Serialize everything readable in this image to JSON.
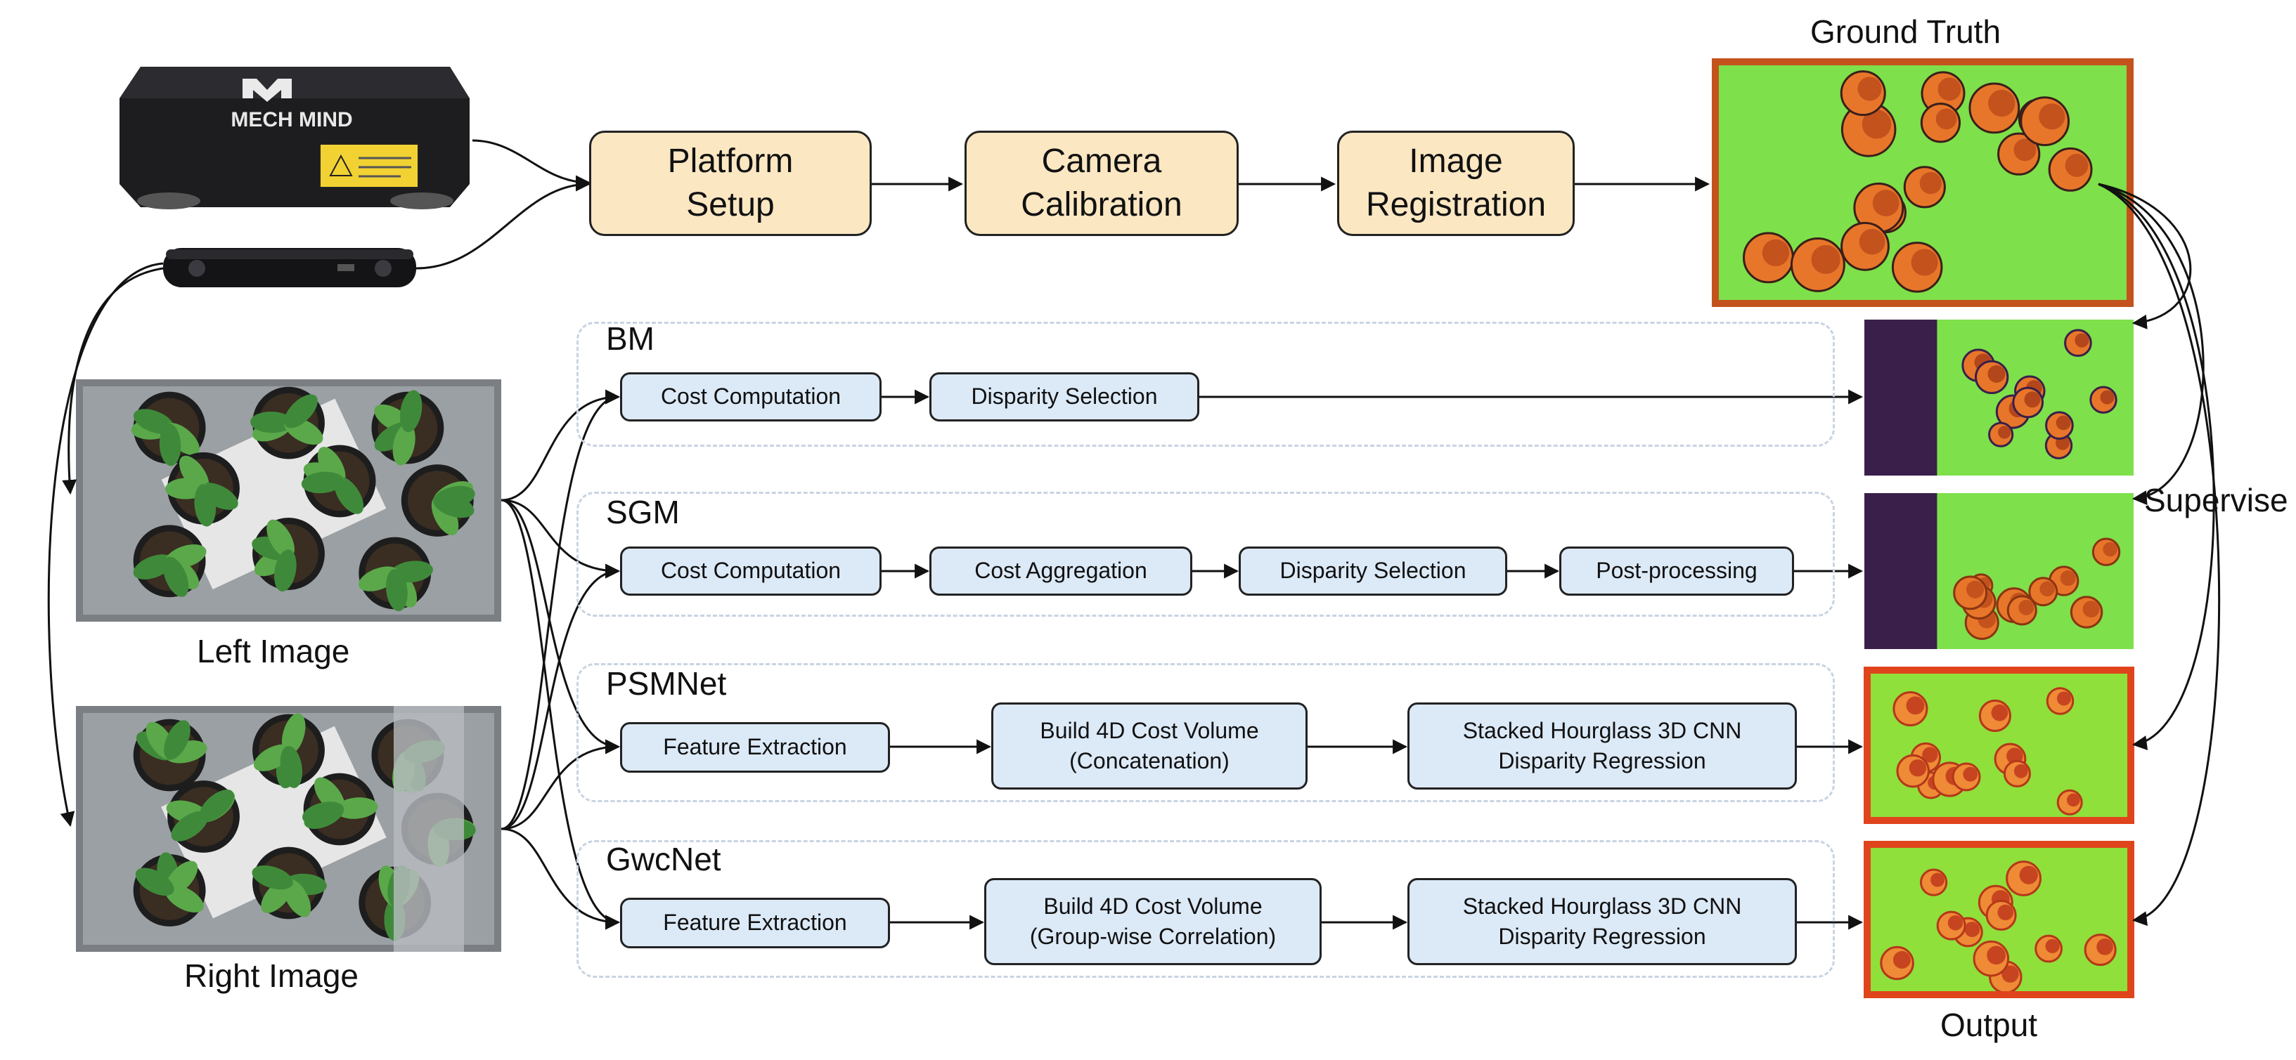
{
  "devices": {
    "mechmind_logo_text": "MECH MIND"
  },
  "inputs": {
    "left_image_label": "Left Image",
    "right_image_label": "Right Image"
  },
  "top_pipeline": {
    "steps": [
      "Platform\nSetup",
      "Camera\nCalibration",
      "Image\nRegistration"
    ]
  },
  "ground_truth_label": "Ground Truth",
  "output_label": "Output",
  "supervise_label": "Supervise",
  "methods": [
    {
      "name": "BM",
      "steps": [
        "Cost Computation",
        "Disparity Selection"
      ]
    },
    {
      "name": "SGM",
      "steps": [
        "Cost Computation",
        "Cost Aggregation",
        "Disparity Selection",
        "Post-processing"
      ]
    },
    {
      "name": "PSMNet",
      "steps": [
        "Feature Extraction",
        "Build 4D Cost Volume\n(Concatenation)",
        "Stacked Hourglass 3D CNN\nDisparity Regression"
      ]
    },
    {
      "name": "GwcNet",
      "steps": [
        "Feature Extraction",
        "Build 4D Cost Volume\n(Group-wise Correlation)",
        "Stacked Hourglass 3D CNN\nDisparity Regression"
      ]
    }
  ],
  "colors": {
    "top_box_fill": "#fbe7c2",
    "step_box_fill": "#dce9f7",
    "group_border": "#c9d4e2",
    "disparity_green": "#7ee04a",
    "disparity_orange": "#e8762a",
    "disparity_dark": "#3a1f4a"
  }
}
